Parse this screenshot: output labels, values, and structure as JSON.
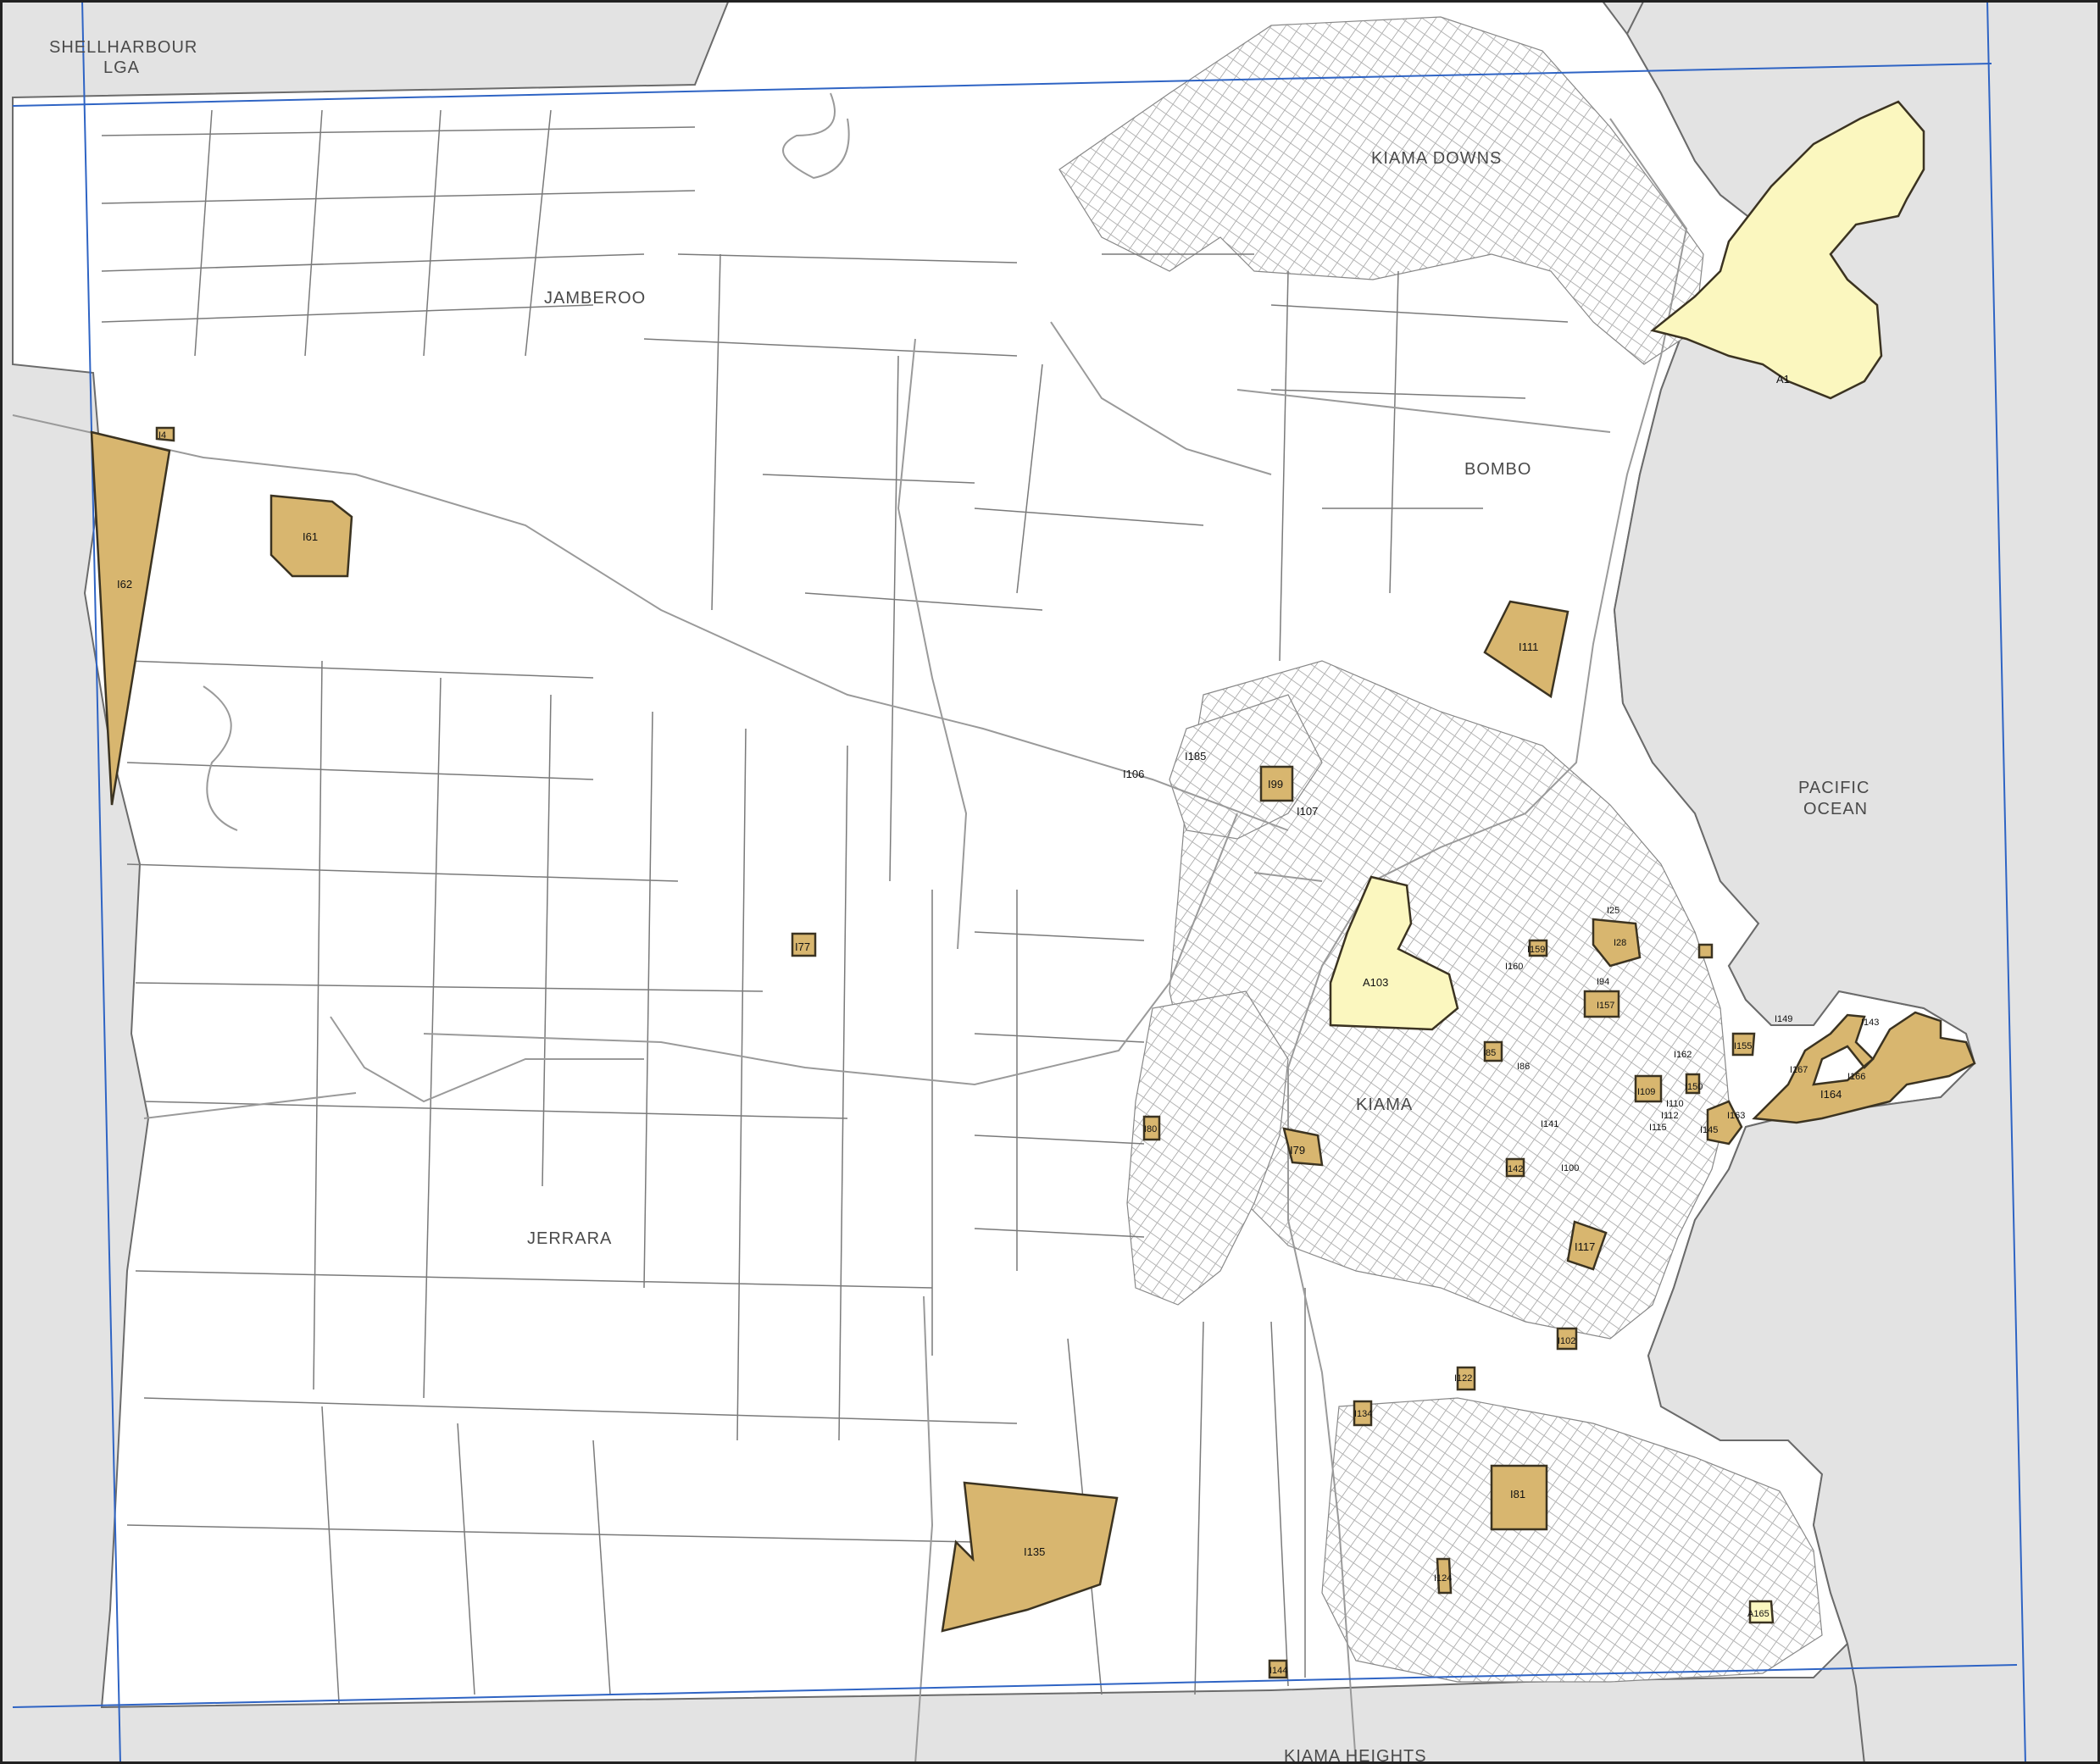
{
  "map": {
    "places": {
      "shellharbour": "SHELLHARBOUR",
      "shellharbour_lga": "LGA",
      "jamberoo": "JAMBEROO",
      "kiama_downs": "KIAMA DOWNS",
      "bombo": "BOMBO",
      "pacific": "PACIFIC",
      "ocean": "OCEAN",
      "kiama": "KIAMA",
      "jerrara": "JERRARA",
      "kiama_heights": "KIAMA HEIGHTS"
    },
    "sites": {
      "A1": "A1",
      "I62": "I62",
      "I61": "I61",
      "I4": "I4",
      "I111": "I111",
      "I99": "I99",
      "I106": "I106",
      "I185": "I185",
      "I107": "I107",
      "I77": "I77",
      "A103": "A103",
      "I79": "I79",
      "I80": "I80",
      "I85": "I85",
      "I142": "I142",
      "I117": "I117",
      "I141": "I141",
      "I100": "I100",
      "I164": "I164",
      "I149": "I149",
      "I143": "I143",
      "I145": "I145",
      "I163": "I163",
      "I162": "I162",
      "I166": "I166",
      "I167": "I167",
      "I155": "I155",
      "I102": "I102",
      "I122": "I122",
      "I134": "I134",
      "I81": "I81",
      "I124": "I124",
      "I135": "I135",
      "I144": "I144",
      "A165": "A165",
      "I159": "I159",
      "I160": "I160",
      "I157": "I157",
      "I25": "I25",
      "I28": "I28",
      "I86": "I86",
      "I94": "I94",
      "I109": "I109",
      "I110": "I110",
      "I112": "I112",
      "I115": "I115",
      "I150": "I150"
    }
  }
}
